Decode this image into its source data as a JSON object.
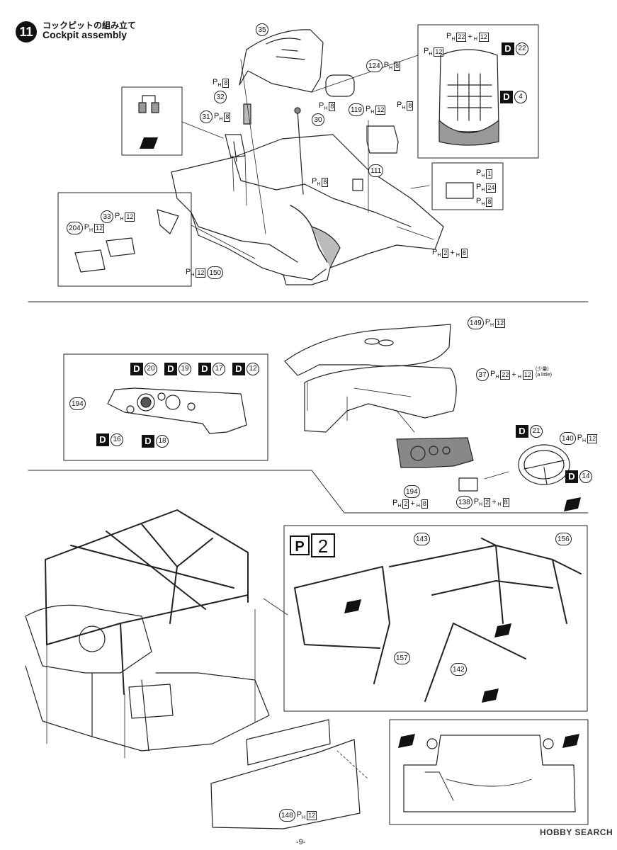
{
  "step": {
    "number": "11",
    "title_jp": "コックピットの組み立て",
    "title_en": "Cockpit assembly"
  },
  "ph_letter": "P",
  "ph_sub": "H",
  "callouts": [
    {
      "part": "35"
    },
    {
      "part": "124",
      "qty": "8"
    },
    {
      "part": "32",
      "qty": "8"
    },
    {
      "part": "31",
      "qty": "8"
    },
    {
      "part": "30",
      "qty": "8"
    },
    {
      "part": "119",
      "qty": "12",
      "qty2": "8"
    },
    {
      "part": "111"
    },
    {
      "part": "33",
      "qty": "12"
    },
    {
      "part": "204",
      "qty": "12"
    },
    {
      "part": "150",
      "qty": "12"
    },
    {
      "part": "149",
      "qty": "12"
    },
    {
      "part": "37",
      "qty": "22",
      "qty2": "12"
    },
    {
      "part": "194"
    },
    {
      "part": "194"
    },
    {
      "part": "140",
      "qty": "12"
    },
    {
      "part": "138",
      "qty": "2",
      "qty2": "8"
    },
    {
      "part": "143"
    },
    {
      "part": "156"
    },
    {
      "part": "157"
    },
    {
      "part": "142"
    },
    {
      "part": "148",
      "qty": "12"
    }
  ],
  "paint_refs": {
    "seat_22": "22",
    "seat_4": "4",
    "gauge_20": "20",
    "gauge_19": "19",
    "gauge_17": "17",
    "gauge_12": "12",
    "gauge_16": "16",
    "gauge_18": "18",
    "wheel_21": "21",
    "wheel_14": "14"
  },
  "d_letter": "D",
  "seat_detail": {
    "ph_a": "22",
    "ph_b": "12",
    "ph_c": "12",
    "plus": "+"
  },
  "switch_detail": {
    "a": "1",
    "b": "24",
    "c": "8"
  },
  "mid_ph": {
    "a": "2",
    "b": "8"
  },
  "dash_note": {
    "jp": "(少量)",
    "en": "(a little)"
  },
  "rollcage_paint": "2",
  "page_number": "-9-",
  "watermark": "HOBBY SEARCH"
}
